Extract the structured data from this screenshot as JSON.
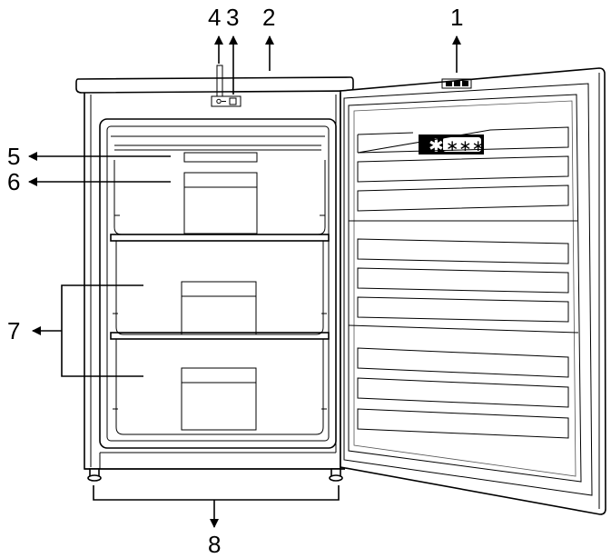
{
  "callouts": {
    "c1": "1",
    "c2": "2",
    "c3": "3",
    "c4": "4",
    "c5": "5",
    "c6": "6",
    "c7": "7",
    "c8": "8"
  },
  "door_panel": {
    "snowflake_glyph": "✱",
    "rating_stars": "∗∗∗"
  },
  "colors": {
    "line": "#000000",
    "background": "#ffffff"
  }
}
